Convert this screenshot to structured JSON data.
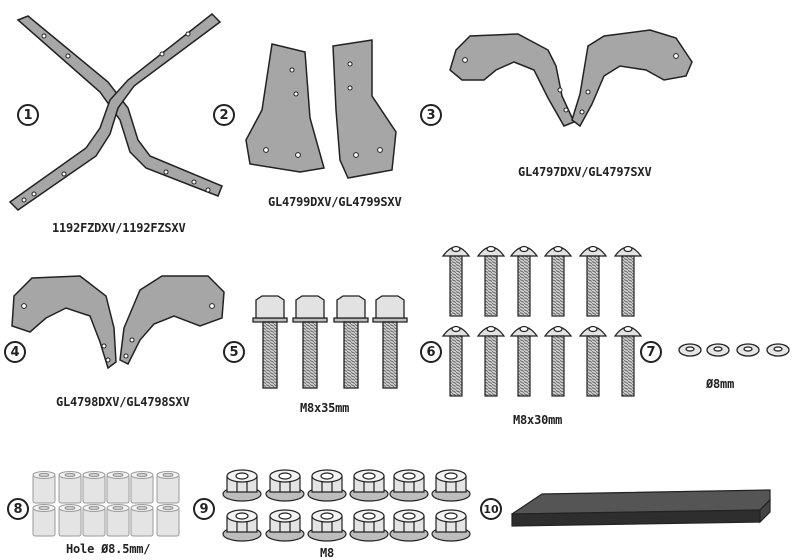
{
  "items": [
    {
      "number": "1",
      "label": "1192FZDXV/1192FZSXV"
    },
    {
      "number": "2",
      "label": "GL4799DXV/GL4799SXV"
    },
    {
      "number": "3",
      "label": "GL4797DXV/GL4797SXV"
    },
    {
      "number": "4",
      "label": "GL4798DXV/GL4798SXV"
    },
    {
      "number": "5",
      "label": "M8x35mm"
    },
    {
      "number": "6",
      "label": "M8x30mm"
    },
    {
      "number": "7",
      "label": "Ø8mm"
    },
    {
      "number": "8",
      "label": "Hole Ø8.5mm/"
    },
    {
      "number": "9",
      "label": "M8"
    },
    {
      "number": "10",
      "label": ""
    }
  ],
  "colors": {
    "part_fill": "#a6a6a6",
    "outline": "#222222",
    "spacer_fill": "#e4e4e4",
    "pad_fill": "#3a3a3a"
  }
}
